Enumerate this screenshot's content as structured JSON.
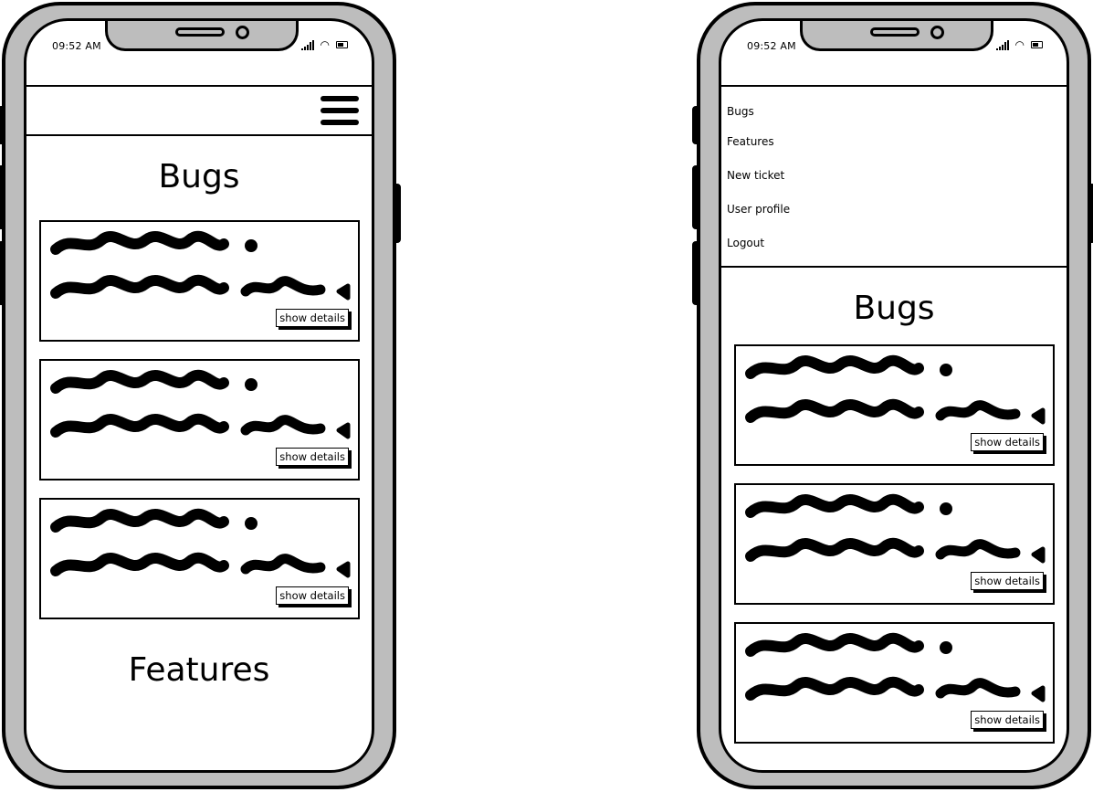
{
  "status_bar": {
    "time": "09:52 AM"
  },
  "screen_left": {
    "bugs_title": "Bugs",
    "features_title": "Features",
    "cards": [
      {
        "button_label": "show details"
      },
      {
        "button_label": "show details"
      },
      {
        "button_label": "show details"
      }
    ]
  },
  "screen_right": {
    "menu_items": [
      "Bugs",
      "Features",
      "New ticket",
      "User profile",
      "Logout"
    ],
    "bugs_title": "Bugs",
    "cards": [
      {
        "button_label": "show details"
      },
      {
        "button_label": "show details"
      },
      {
        "button_label": "show details"
      }
    ]
  },
  "icons": {
    "menu": "hamburger-menu-icon",
    "signal": "cellular-signal-icon",
    "wifi": "wifi-icon",
    "battery": "battery-icon"
  },
  "colors": {
    "device_frame": "#bdbdbd",
    "ink": "#000000",
    "screen": "#ffffff"
  }
}
